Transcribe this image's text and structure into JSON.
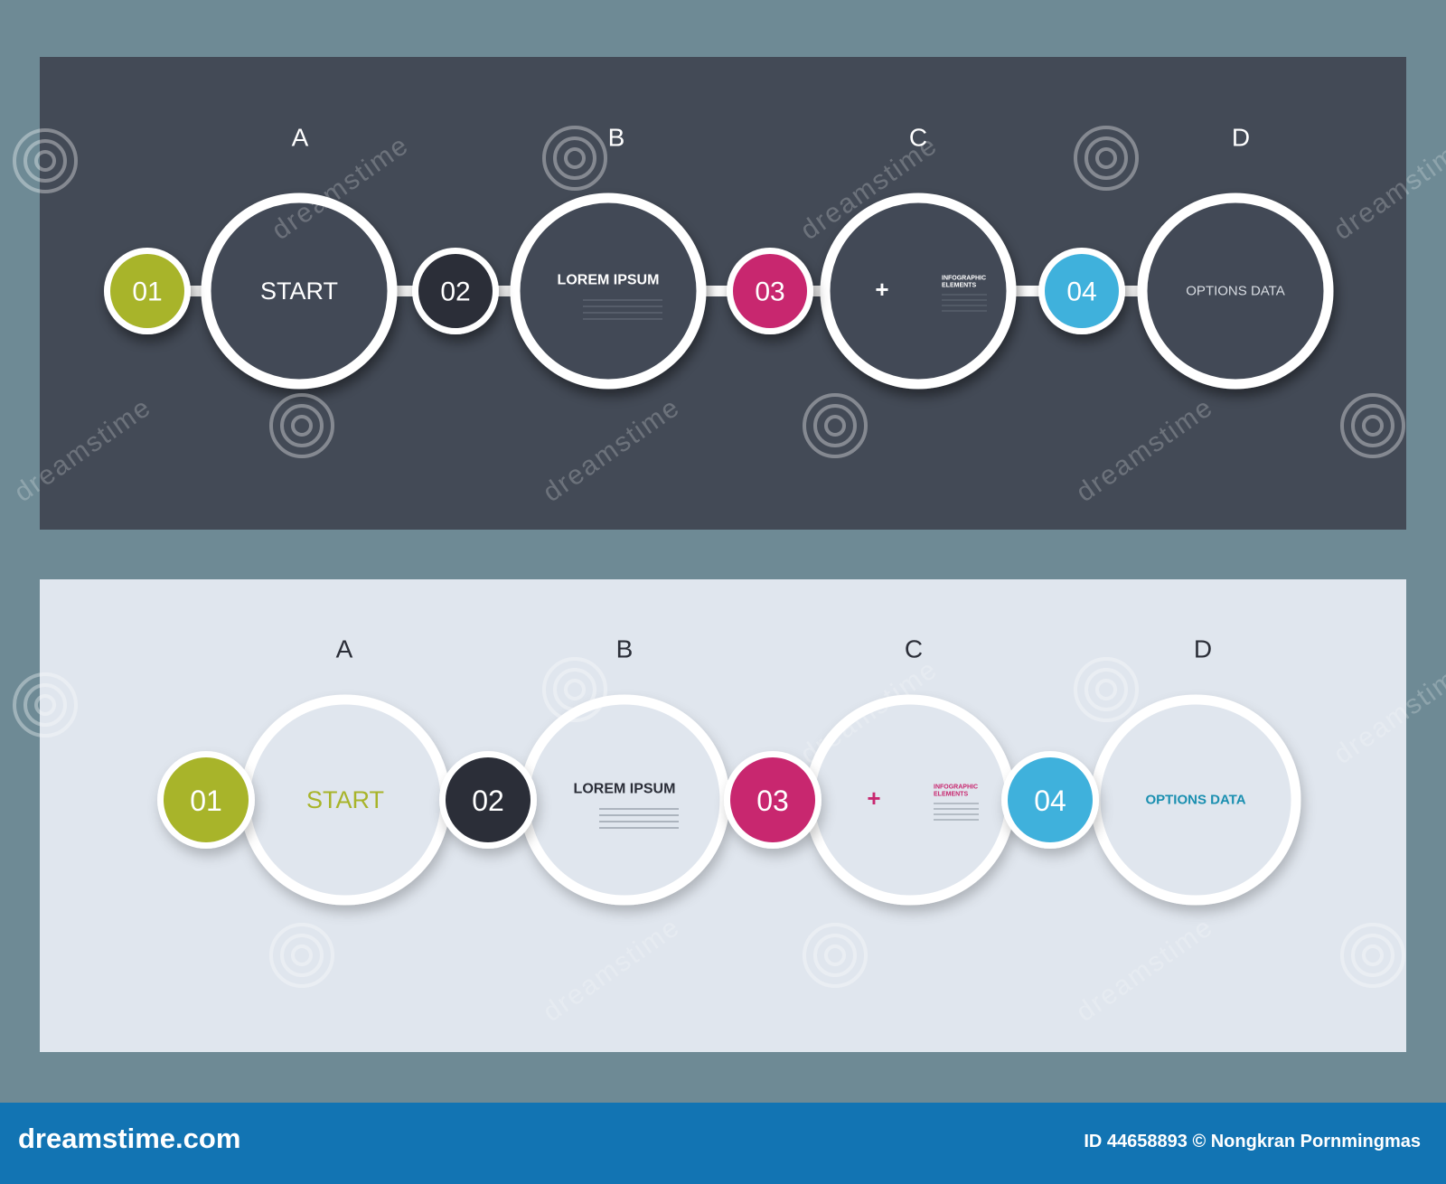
{
  "dark_panel": {
    "letters": [
      "A",
      "B",
      "C",
      "D"
    ],
    "badges": [
      {
        "number": "01",
        "color": "#a8b42a"
      },
      {
        "number": "02",
        "color": "#2b2e38"
      },
      {
        "number": "03",
        "color": "#c8276f"
      },
      {
        "number": "04",
        "color": "#3fb1dc"
      }
    ],
    "start_label": "START",
    "lorem_title": "LOREM IPSUM",
    "plus_glyph": "+",
    "infographic_label_line1": "INFOGRAPHIC",
    "infographic_label_line2": "ELEMENTS",
    "options_label": "OPTIONS DATA",
    "accent_colors": {
      "start": "#ffffff",
      "lorem": "#ffffff",
      "plus": "#ffffff",
      "options": "#d9dde3"
    }
  },
  "light_panel": {
    "letters": [
      "A",
      "B",
      "C",
      "D"
    ],
    "badges": [
      {
        "number": "01",
        "color": "#a8b42a"
      },
      {
        "number": "02",
        "color": "#2b2e38"
      },
      {
        "number": "03",
        "color": "#c8276f"
      },
      {
        "number": "04",
        "color": "#3fb1dc"
      }
    ],
    "start_label": "START",
    "lorem_title": "LOREM IPSUM",
    "plus_glyph": "+",
    "infographic_label_line1": "INFOGRAPHIC",
    "infographic_label_line2": "ELEMENTS",
    "options_label": "OPTIONS DATA",
    "accent_colors": {
      "start": "#a8b42a",
      "lorem": "#2b2e38",
      "plus": "#c8276f",
      "options": "#1a8fb0"
    }
  },
  "footer": {
    "brand": "dreamstime.com",
    "credit": "ID 44658893 © Nongkran Pornmingmas"
  },
  "watermark_text": "dreamstime"
}
